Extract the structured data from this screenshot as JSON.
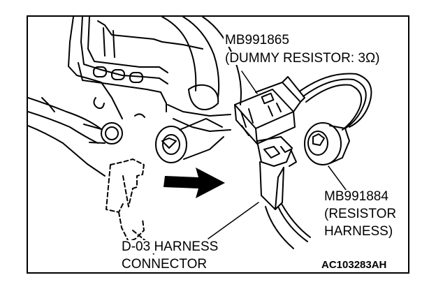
{
  "labels": {
    "dummy_resistor_part": "MB991865",
    "dummy_resistor_desc": "(DUMMY RESISTOR: 3Ω)",
    "resistor_harness_part": "MB991884",
    "resistor_harness_desc_1": "(RESISTOR",
    "resistor_harness_desc_2": "HARNESS)",
    "harness_connector_1": "D-03  HARNESS",
    "harness_connector_2": "CONNECTOR",
    "figure_code": "AC103283AH"
  },
  "colors": {
    "line": "#000000",
    "background": "#ffffff"
  }
}
